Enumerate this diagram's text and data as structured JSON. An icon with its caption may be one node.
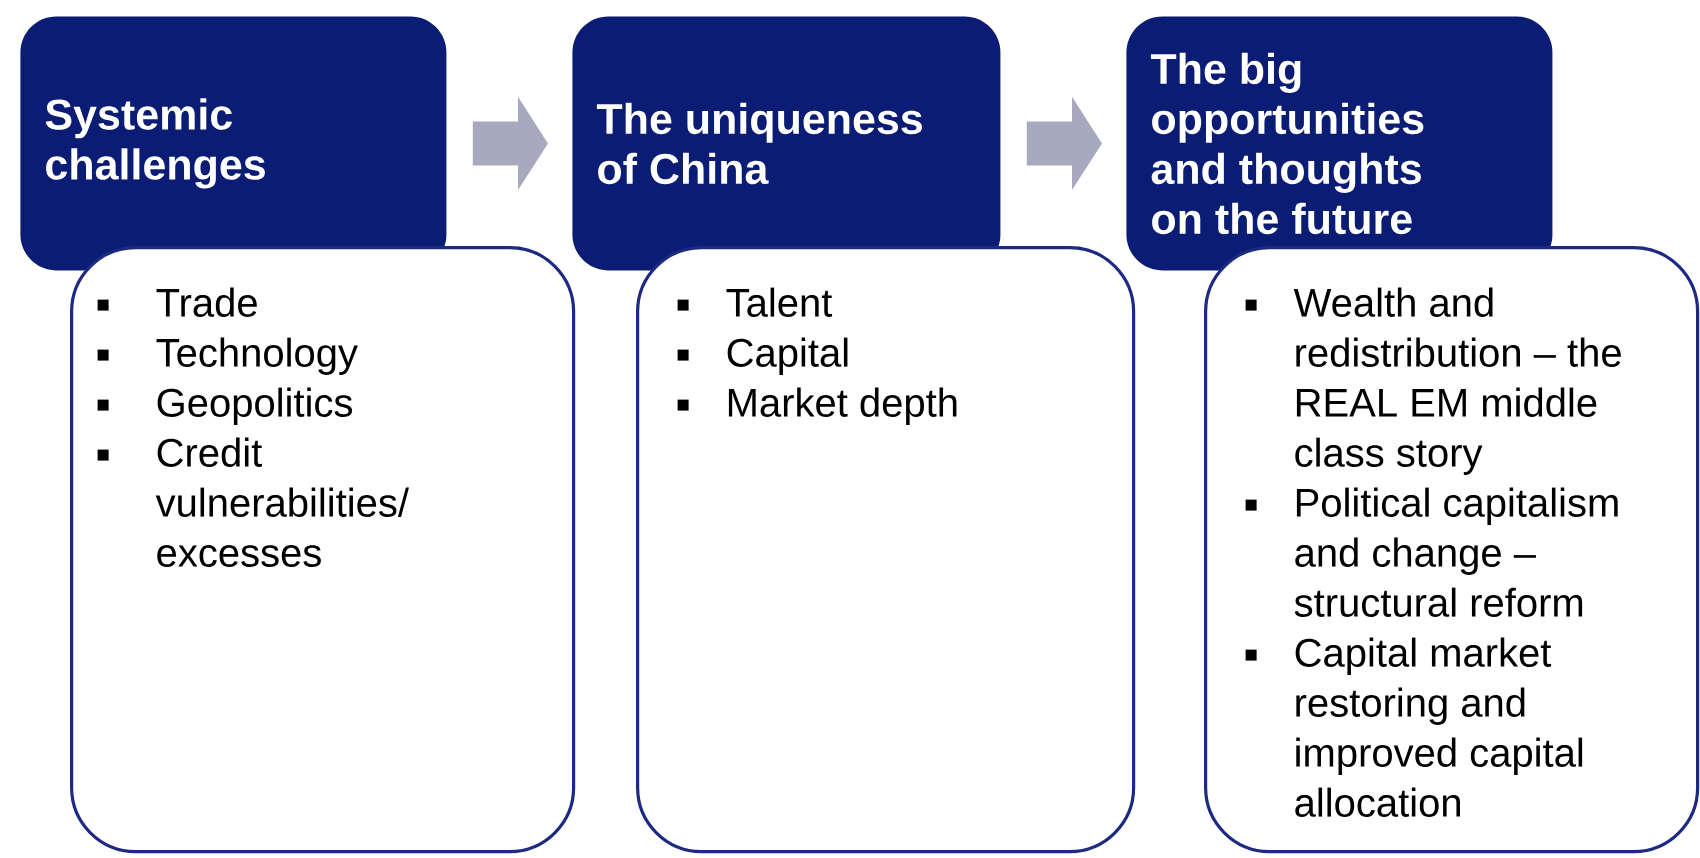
{
  "diagram": {
    "nodes": [
      {
        "text": [
          "Systemic challenges"
        ]
      },
      {
        "text": [
          "Trade",
          "Technology",
          "Geopolitics",
          "Credit vulnerabilities/ excesses"
        ]
      },
      {
        "text": [
          "The uniqueness of China"
        ]
      },
      {
        "text": [
          "Talent",
          "Capital",
          "Market depth"
        ]
      },
      {
        "text": [
          "The big opportunities and thoughts on the future"
        ]
      },
      {
        "text": [
          "Wealth and redistribution – the REAL EM middle class story",
          "Political capitalism and change – structural reform",
          "Capital market restoring and improved capital allocation"
        ]
      }
    ],
    "edges": [
      {
        "from": 0,
        "to": 2,
        "arrow": "to"
      },
      {
        "from": 2,
        "to": 4,
        "arrow": "to"
      }
    ]
  }
}
